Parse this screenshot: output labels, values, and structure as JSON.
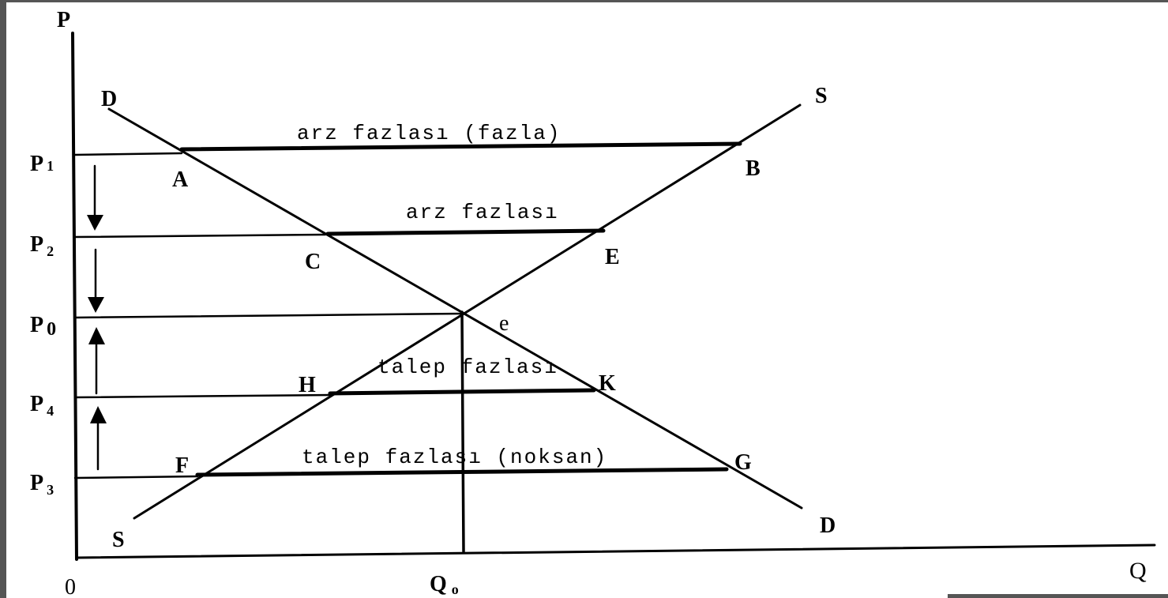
{
  "axes": {
    "y": "P",
    "x": "Q",
    "origin": "0"
  },
  "price_levels": [
    {
      "id": "p1",
      "label": "P",
      "sub": "1"
    },
    {
      "id": "p2",
      "label": "P",
      "sub": "2"
    },
    {
      "id": "p0",
      "label": "P",
      "sub": "0"
    },
    {
      "id": "p4",
      "label": "P",
      "sub": "4"
    },
    {
      "id": "p3",
      "label": "P",
      "sub": "3"
    }
  ],
  "quantity_label": {
    "label": "Q",
    "sub": "o"
  },
  "curves": {
    "demand_start": "D",
    "demand_end": "D",
    "supply_start": "S",
    "supply_end": "S"
  },
  "points": {
    "a": "A",
    "b": "B",
    "c": "C",
    "e_upper": "E",
    "equilibrium": "e",
    "h": "H",
    "k": "K",
    "f": "F",
    "g": "G"
  },
  "annotations": {
    "surplus_high": "arz fazlası (fazla)",
    "surplus": "arz fazlası",
    "shortage": "talep fazlası",
    "shortage_low": "talep fazlası (noksan)"
  }
}
